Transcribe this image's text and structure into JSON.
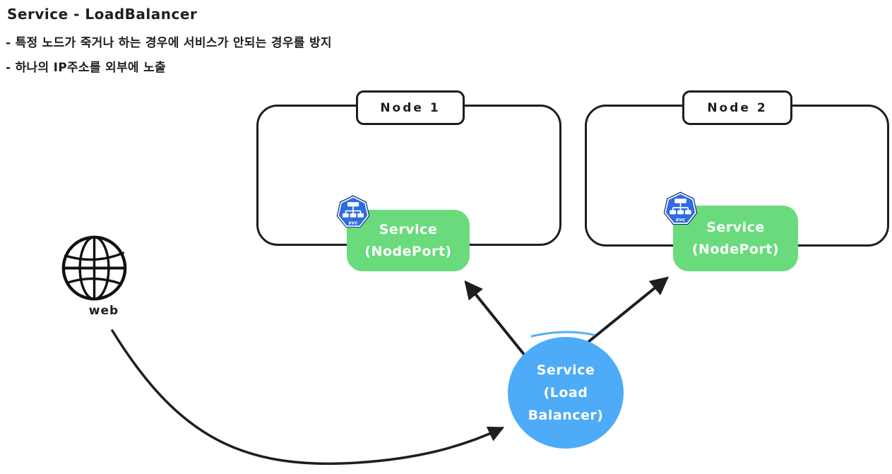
{
  "header": {
    "title": "Service - LoadBalancer",
    "bullets": [
      "- 특정 노드가 죽거나 하는 경우에 서비스가 안되는 경우를 방지",
      "- 하나의 IP주소를 외부에 노출"
    ]
  },
  "nodes": [
    {
      "label": "Node 1",
      "service": {
        "line1": "Service",
        "line2": "(NodePort)"
      },
      "icon": "kubernetes-svc-icon",
      "icon_label": "svc"
    },
    {
      "label": "Node 2",
      "service": {
        "line1": "Service",
        "line2": "(NodePort)"
      },
      "icon": "kubernetes-svc-icon",
      "icon_label": "svc"
    }
  ],
  "load_balancer": {
    "line1": "Service",
    "line2": "(Load",
    "line3": "Balancer)"
  },
  "web": {
    "label": "web",
    "icon": "globe-icon"
  },
  "arrows": [
    {
      "name": "arrow-web-to-loadbalancer",
      "from": "web",
      "to": "load_balancer"
    },
    {
      "name": "arrow-loadbalancer-to-node1-service",
      "from": "load_balancer",
      "to": "node1-nodeport-service"
    },
    {
      "name": "arrow-loadbalancer-to-node2-service",
      "from": "load_balancer",
      "to": "node2-nodeport-service"
    }
  ],
  "colors": {
    "stroke": "#1e1e1e",
    "nodeport_green": "#69db7c",
    "loadbalancer_blue": "#4dabf7",
    "kubernetes_blue": "#2e6be4",
    "kubernetes_outline": "#10306e",
    "text_on_fill": "#ffffff"
  }
}
